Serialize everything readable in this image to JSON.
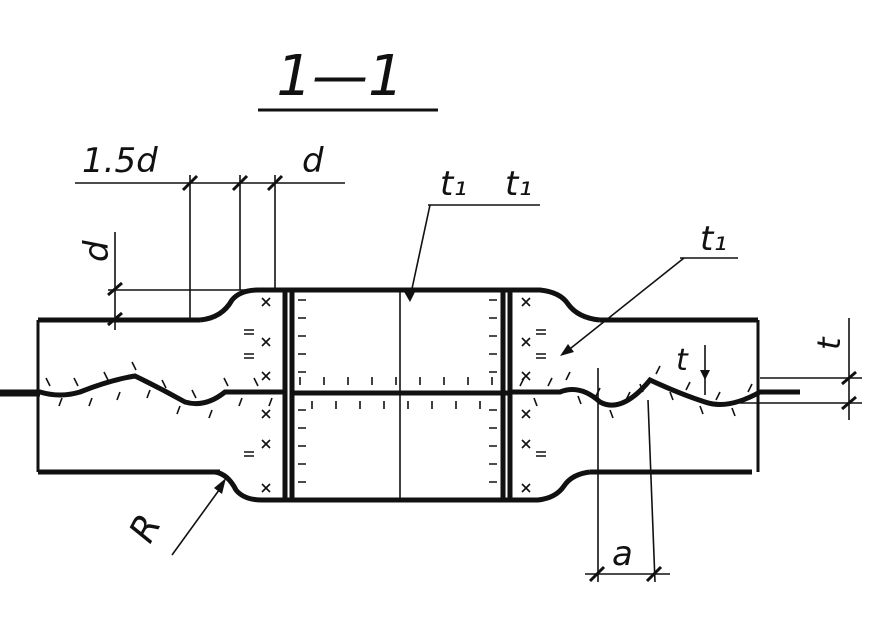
{
  "section_label": "1—1",
  "labels": {
    "dim_1_5d": "1.5d",
    "dim_d_top": "d",
    "dim_d_left": "d",
    "t1_left": "t₁",
    "t1_right": "t₁",
    "t1_plate": "t₁",
    "t_right": "t",
    "t_small": "t",
    "radius": "R",
    "dim_a": "a"
  },
  "colors": {
    "ink": "#111111",
    "paper": "#ffffff"
  }
}
